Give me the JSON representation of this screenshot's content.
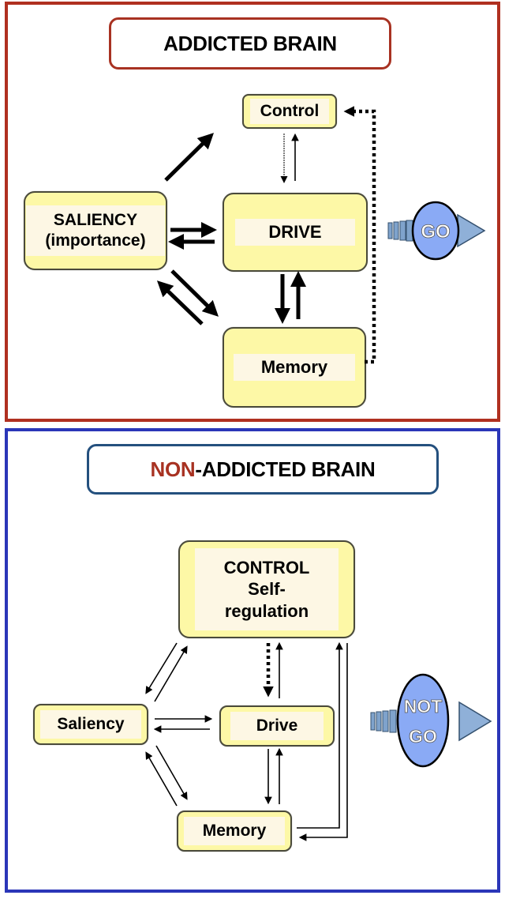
{
  "addicted": {
    "title": "ADDICTED BRAIN",
    "nodes": {
      "control": "Control",
      "saliency_line1": "SALIENCY",
      "saliency_line2": "(importance)",
      "drive": "DRIVE",
      "memory": "Memory"
    },
    "outcome": "GO",
    "border_color": "#b03020"
  },
  "non_addicted": {
    "title_prefix": "NON",
    "title_rest": "-ADDICTED BRAIN",
    "nodes": {
      "control_line1": "CONTROL",
      "control_line2": "Self-",
      "control_line3": "regulation",
      "saliency": "Saliency",
      "drive": "Drive",
      "memory": "Memory"
    },
    "outcome_line1": "NOT",
    "outcome_line2": "GO",
    "border_color": "#2b36b8"
  },
  "colors": {
    "node_fill": "#fdf8a6",
    "node_inner": "#fdf7e4",
    "accent_red": "#a83222",
    "go_circle": "#8aaaf5",
    "go_arrow": "#8fb0d8"
  }
}
